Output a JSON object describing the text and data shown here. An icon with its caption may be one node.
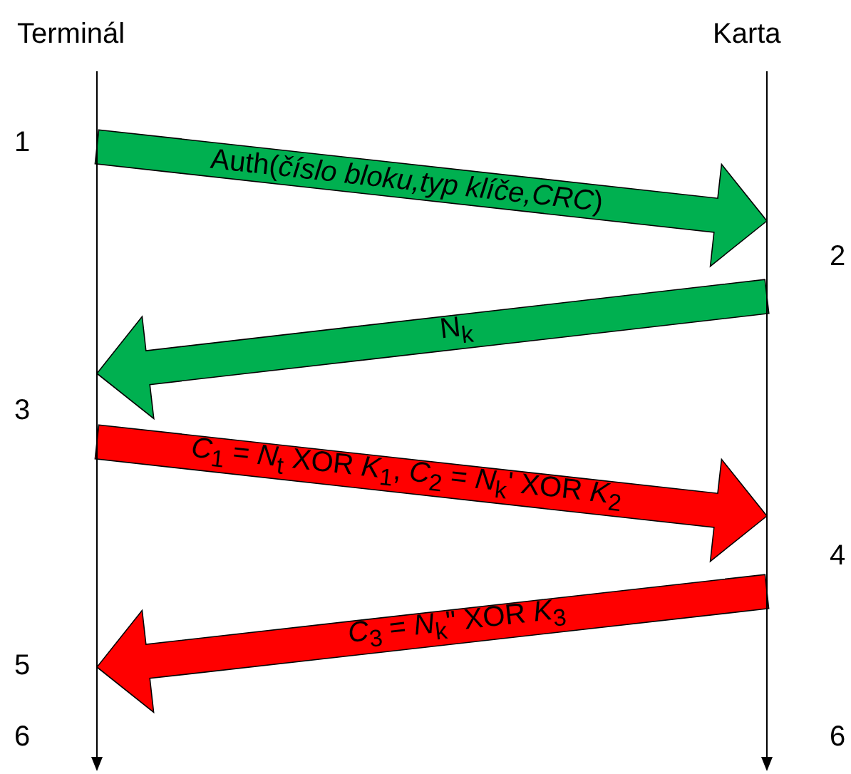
{
  "diagram": {
    "nodes": [
      {
        "text": [
          "Terminál"
        ]
      },
      {
        "text": [
          "Karta"
        ]
      }
    ],
    "edges": [
      {
        "from": 0,
        "to": 1,
        "arrow": "to",
        "label": "Auth(*číslo bloku,typ klíče,CRC*)",
        "color": "#00b050"
      },
      {
        "from": 1,
        "to": 0,
        "arrow": "to",
        "label": "N$_{k}$",
        "color": "#00b050"
      },
      {
        "from": 0,
        "to": 1,
        "arrow": "to",
        "label": "*C*$_{1}$ = *N*$_{t}$ XOR *K*$_{1}$, *C*$_{2}$ = *N*$_{k}$' XOR *K*$_{2}$",
        "color": "#ff0000"
      },
      {
        "from": 1,
        "to": 0,
        "arrow": "to",
        "label": "*C*$_{3}$ = *N*$_{k}$\" XOR *K*$_{3}$",
        "color": "#ff0000"
      }
    ],
    "labels": [
      "1",
      "2",
      "3",
      "4",
      "5",
      "6",
      "6"
    ]
  }
}
